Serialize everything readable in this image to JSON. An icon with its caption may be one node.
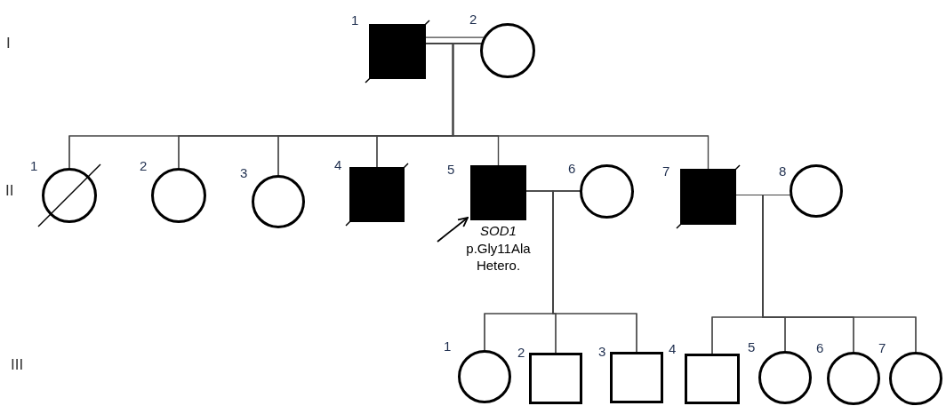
{
  "diagram": {
    "nodes": [
      {
        "text": [],
        "shape": "box",
        "beside": [
          "1"
        ]
      },
      {
        "text": [],
        "shape": "circle",
        "beside": [
          "2"
        ]
      },
      {
        "text": [],
        "shape": "circle",
        "beside": [
          "1"
        ]
      },
      {
        "text": [],
        "shape": "circle",
        "beside": [
          "2"
        ]
      },
      {
        "text": [],
        "shape": "circle",
        "beside": [
          "3"
        ]
      },
      {
        "text": [],
        "shape": "box",
        "beside": [
          "4"
        ]
      },
      {
        "text": [],
        "shape": "box",
        "beside": [
          "5",
          "*SOD1* p.Gly11Ala Hetero."
        ]
      },
      {
        "text": [],
        "shape": "circle",
        "beside": [
          "6"
        ]
      },
      {
        "text": [],
        "shape": "box",
        "beside": [
          "7"
        ]
      },
      {
        "text": [],
        "shape": "circle",
        "beside": [
          "8"
        ]
      },
      {
        "text": [],
        "shape": "circle",
        "beside": [
          "1"
        ]
      },
      {
        "text": [],
        "shape": "box",
        "beside": [
          "2"
        ]
      },
      {
        "text": [],
        "shape": "box",
        "beside": [
          "3"
        ]
      },
      {
        "text": [],
        "shape": "box",
        "beside": [
          "4"
        ]
      },
      {
        "text": [],
        "shape": "circle",
        "beside": [
          "5"
        ]
      },
      {
        "text": [],
        "shape": "circle",
        "beside": [
          "6"
        ]
      },
      {
        "text": [],
        "shape": "circle",
        "beside": [
          "7"
        ]
      }
    ],
    "edges": [
      {
        "from": 0,
        "to": 1,
        "arrow": "none",
        "style": "thick"
      },
      {
        "from": 6,
        "to": 7,
        "arrow": "none"
      },
      {
        "from": 8,
        "to": 9,
        "arrow": "none"
      },
      {
        "from": 0,
        "to": 2,
        "arrow": "none"
      },
      {
        "from": 0,
        "to": 3,
        "arrow": "none"
      },
      {
        "from": 0,
        "to": 4,
        "arrow": "none"
      },
      {
        "from": 0,
        "to": 5,
        "arrow": "none"
      },
      {
        "from": 0,
        "to": 6,
        "arrow": "none"
      },
      {
        "from": 0,
        "to": 8,
        "arrow": "none"
      },
      {
        "from": 1,
        "to": 2,
        "arrow": "none"
      },
      {
        "from": 1,
        "to": 3,
        "arrow": "none"
      },
      {
        "from": 1,
        "to": 4,
        "arrow": "none"
      },
      {
        "from": 1,
        "to": 5,
        "arrow": "none"
      },
      {
        "from": 1,
        "to": 6,
        "arrow": "none"
      },
      {
        "from": 1,
        "to": 8,
        "arrow": "none"
      },
      {
        "from": 6,
        "to": 10,
        "arrow": "none"
      },
      {
        "from": 6,
        "to": 11,
        "arrow": "none"
      },
      {
        "from": 6,
        "to": 12,
        "arrow": "none"
      },
      {
        "from": 7,
        "to": 10,
        "arrow": "none"
      },
      {
        "from": 7,
        "to": 11,
        "arrow": "none"
      },
      {
        "from": 7,
        "to": 12,
        "arrow": "none"
      },
      {
        "from": 8,
        "to": 13,
        "arrow": "none"
      },
      {
        "from": 8,
        "to": 14,
        "arrow": "none"
      },
      {
        "from": 8,
        "to": 15,
        "arrow": "none"
      },
      {
        "from": 8,
        "to": 16,
        "arrow": "none"
      },
      {
        "from": 9,
        "to": 13,
        "arrow": "none"
      },
      {
        "from": 9,
        "to": 14,
        "arrow": "none"
      },
      {
        "from": 9,
        "to": 15,
        "arrow": "none"
      },
      {
        "from": 9,
        "to": 16,
        "arrow": "none"
      },
      {
        "from": null,
        "to": 6,
        "arrow": "to"
      }
    ],
    "labels": [
      "I",
      "II",
      "III"
    ]
  }
}
